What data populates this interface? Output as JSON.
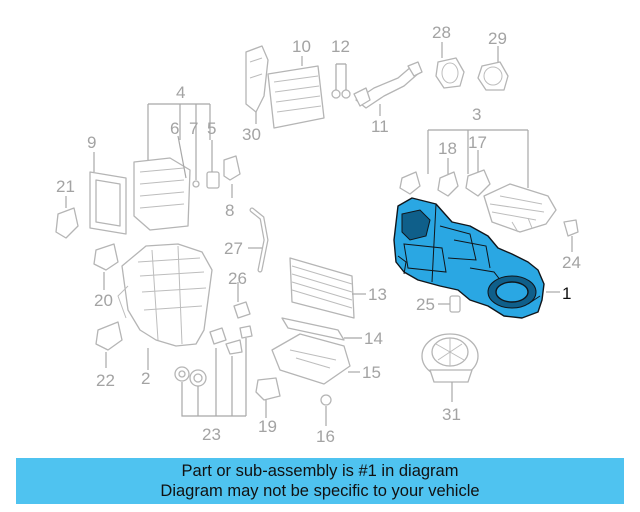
{
  "diagram": {
    "highlight_color": "#2aa7e3",
    "callouts": {
      "c1": "1",
      "c2": "2",
      "c3": "3",
      "c4": "4",
      "c5": "5",
      "c6": "6",
      "c7": "7",
      "c8": "8",
      "c9": "9",
      "c10": "10",
      "c11": "11",
      "c12": "12",
      "c13": "13",
      "c14": "14",
      "c15": "15",
      "c16": "16",
      "c17": "17",
      "c18": "18",
      "c19": "19",
      "c20": "20",
      "c21": "21",
      "c22": "22",
      "c23": "23",
      "c24": "24",
      "c25": "25",
      "c26": "26",
      "c27": "27",
      "c28": "28",
      "c29": "29",
      "c30": "30",
      "c31": "31"
    }
  },
  "banner": {
    "line1": "Part or sub-assembly is #1 in diagram",
    "line2": "Diagram may not be specific to your vehicle",
    "background": "#4fc3f0"
  }
}
